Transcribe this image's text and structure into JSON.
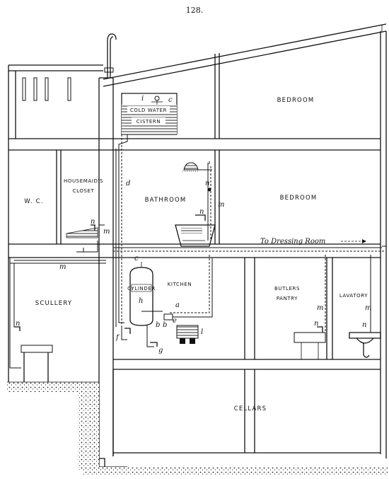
{
  "page_number": "128.",
  "rooms": {
    "bedroom_top": "BEDROOM",
    "bedroom_mid": "BEDROOM",
    "wc": "W. C.",
    "housemaids_closet_1": "HOUSEMAID'S",
    "housemaids_closet_2": "CLOSET",
    "bathroom": "BATHROOM",
    "scullery": "SCULLERY",
    "kitchen": "KITCHEN",
    "butlers_pantry_1": "BUTLERS",
    "butlers_pantry_2": "PANTRY",
    "lavatory": "LAVATORY",
    "cellars": "CELLARS"
  },
  "fixtures": {
    "cistern_1": "COLD WATER",
    "cistern_2": "CISTERN",
    "cylinder": "CYLINDER"
  },
  "annotations": {
    "to_dressing_room": "To Dressing Room",
    "letters": {
      "i": "i",
      "c_cistern": "c",
      "d": "d",
      "n_shower": "n",
      "m_bath": "m",
      "n_bath": "n",
      "n_housemaid": "n",
      "m_housemaid": "m",
      "m_scullery_pipe": "m",
      "n_scullery": "n",
      "c_kitchen": "c",
      "b_kitchen": "b",
      "h_cyl": "h",
      "a_kitchen": "a",
      "e_kitchen": "e",
      "b2_kitchen": "b",
      "f_kitchen": "f",
      "l_kitchen": "l",
      "g_kitchen": "g",
      "m_pantry": "m",
      "n_pantry": "n",
      "m_lav": "m",
      "n_lav": "n"
    }
  }
}
